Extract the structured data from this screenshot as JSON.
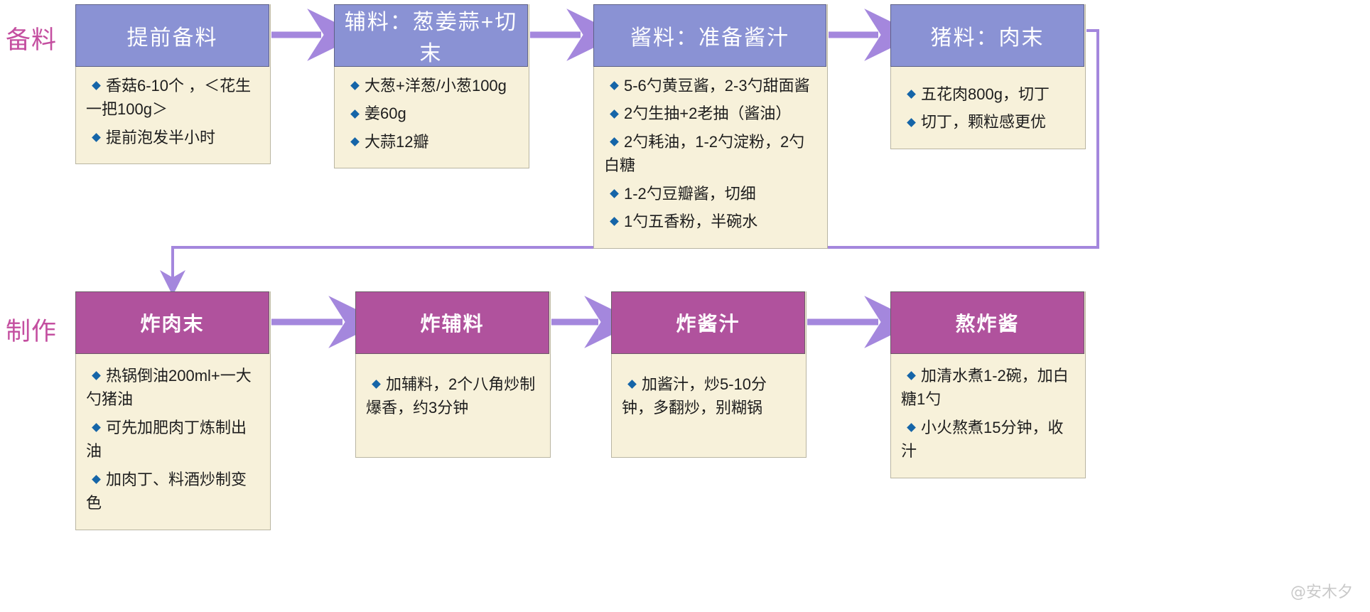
{
  "rows": {
    "prep_label": "备料",
    "cook_label": "制作"
  },
  "watermark": "@安木夕",
  "colors": {
    "prep_header": "#8a92d4",
    "cook_header": "#b0529d",
    "card_body": "#f7f1da",
    "arrow": "#a487dd",
    "row_label": "#c44fa0",
    "bullet": "#1565a8"
  },
  "prep": {
    "cards": [
      {
        "title": "提前备料",
        "items": [
          "香菇6-10个 ，＜花生一把100g＞",
          "提前泡发半小时"
        ]
      },
      {
        "title": "辅料：葱姜蒜+切末",
        "items": [
          "大葱+洋葱/小葱100g",
          "姜60g",
          "大蒜12瓣"
        ]
      },
      {
        "title": "酱料：准备酱汁",
        "items": [
          "5-6勺黄豆酱，2-3勺甜面酱",
          "2勺生抽+2老抽（酱油）",
          "2勺耗油，1-2勺淀粉，2勺白糖",
          "1-2勺豆瓣酱，切细",
          "1勺五香粉，半碗水"
        ]
      },
      {
        "title": "猪料：肉末",
        "items": [
          "五花肉800g，切丁",
          "切丁，颗粒感更优"
        ]
      }
    ]
  },
  "cook": {
    "cards": [
      {
        "title": "炸肉末",
        "items": [
          "热锅倒油200ml+一大勺猪油",
          "可先加肥肉丁炼制出油",
          "加肉丁、料酒炒制变色"
        ]
      },
      {
        "title": "炸辅料",
        "items": [
          "加辅料，2个八角炒制爆香，约3分钟"
        ]
      },
      {
        "title": "炸酱汁",
        "items": [
          "加酱汁，炒5-10分钟，多翻炒，别糊锅"
        ]
      },
      {
        "title": "熬炸酱",
        "items": [
          "加清水煮1-2碗，加白糖1勺",
          "小火熬煮15分钟，收汁"
        ]
      }
    ]
  }
}
